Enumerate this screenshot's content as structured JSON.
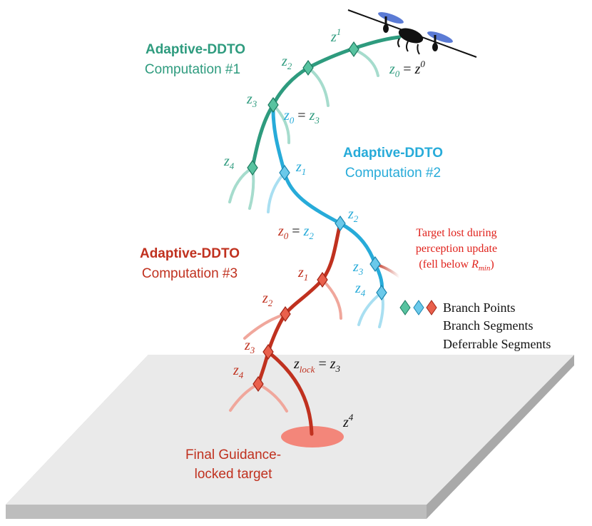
{
  "colors": {
    "green": "#2e9b7e",
    "green_light": "#a6dccd",
    "blue": "#27abd9",
    "blue_light": "#a9dff1",
    "red": "#c0311f",
    "red_light": "#f0a79c",
    "target": "#f3867a",
    "ground_top": "#ececec",
    "ground_side": "#bdbdbd"
  },
  "computations": [
    {
      "title": "Adaptive-DDTO",
      "subtitle": "Computation #1"
    },
    {
      "title": "Adaptive-DDTO",
      "subtitle": "Computation #2"
    },
    {
      "title": "Adaptive-DDTO",
      "subtitle": "Computation #3"
    }
  ],
  "labels": {
    "z1_green": {
      "var": "z",
      "sub": "1"
    },
    "z2_green": {
      "var": "z",
      "sub": "2"
    },
    "z3_green": {
      "var": "z",
      "sub": "3"
    },
    "z4_green": {
      "var": "z",
      "sub": "4"
    },
    "z0_eq_z0": {
      "var": "z",
      "sub": "0",
      "eq": " = ",
      "rhs_var": "z",
      "rhs_sup": "0"
    },
    "z0_eq_z3": {
      "var": "z",
      "sub": "0",
      "eq": " = ",
      "rhs_var": "z",
      "rhs_sub": "3"
    },
    "z1_blue": {
      "var": "z",
      "sub": "1"
    },
    "z2_blue": {
      "var": "z",
      "sub": "2"
    },
    "z3_blue": {
      "var": "z",
      "sub": "3"
    },
    "z4_blue": {
      "var": "z",
      "sub": "4"
    },
    "z0_eq_z2": {
      "var": "z",
      "sub": "0",
      "eq": " = ",
      "rhs_var": "z",
      "rhs_sub": "2"
    },
    "z1_red": {
      "var": "z",
      "sub": "1"
    },
    "z2_red": {
      "var": "z",
      "sub": "2"
    },
    "z3_red": {
      "var": "z",
      "sub": "3"
    },
    "z4_red": {
      "var": "z",
      "sub": "4"
    },
    "zlock_eq_z3": {
      "var": "z",
      "sub": "lock",
      "eq": " = ",
      "rhs_var": "z",
      "rhs_sub": "3"
    },
    "z_sup4": {
      "var": "z",
      "sup": "4"
    }
  },
  "target_lost": {
    "line1": "Target lost during",
    "line2": "perception update",
    "line3_pre": "(fell below ",
    "line3_var": "R",
    "line3_sub": "min",
    "line3_post": ")"
  },
  "legend": {
    "branch_points": "Branch Points",
    "branch_segments": "Branch Segments",
    "deferrable_segments": "Deferrable Segments"
  },
  "final_target": {
    "line1": "Final Guidance-",
    "line2": "locked target"
  },
  "icons": {
    "drone": "quadrotor-drone-icon",
    "diamond": "diamond-marker-icon"
  }
}
